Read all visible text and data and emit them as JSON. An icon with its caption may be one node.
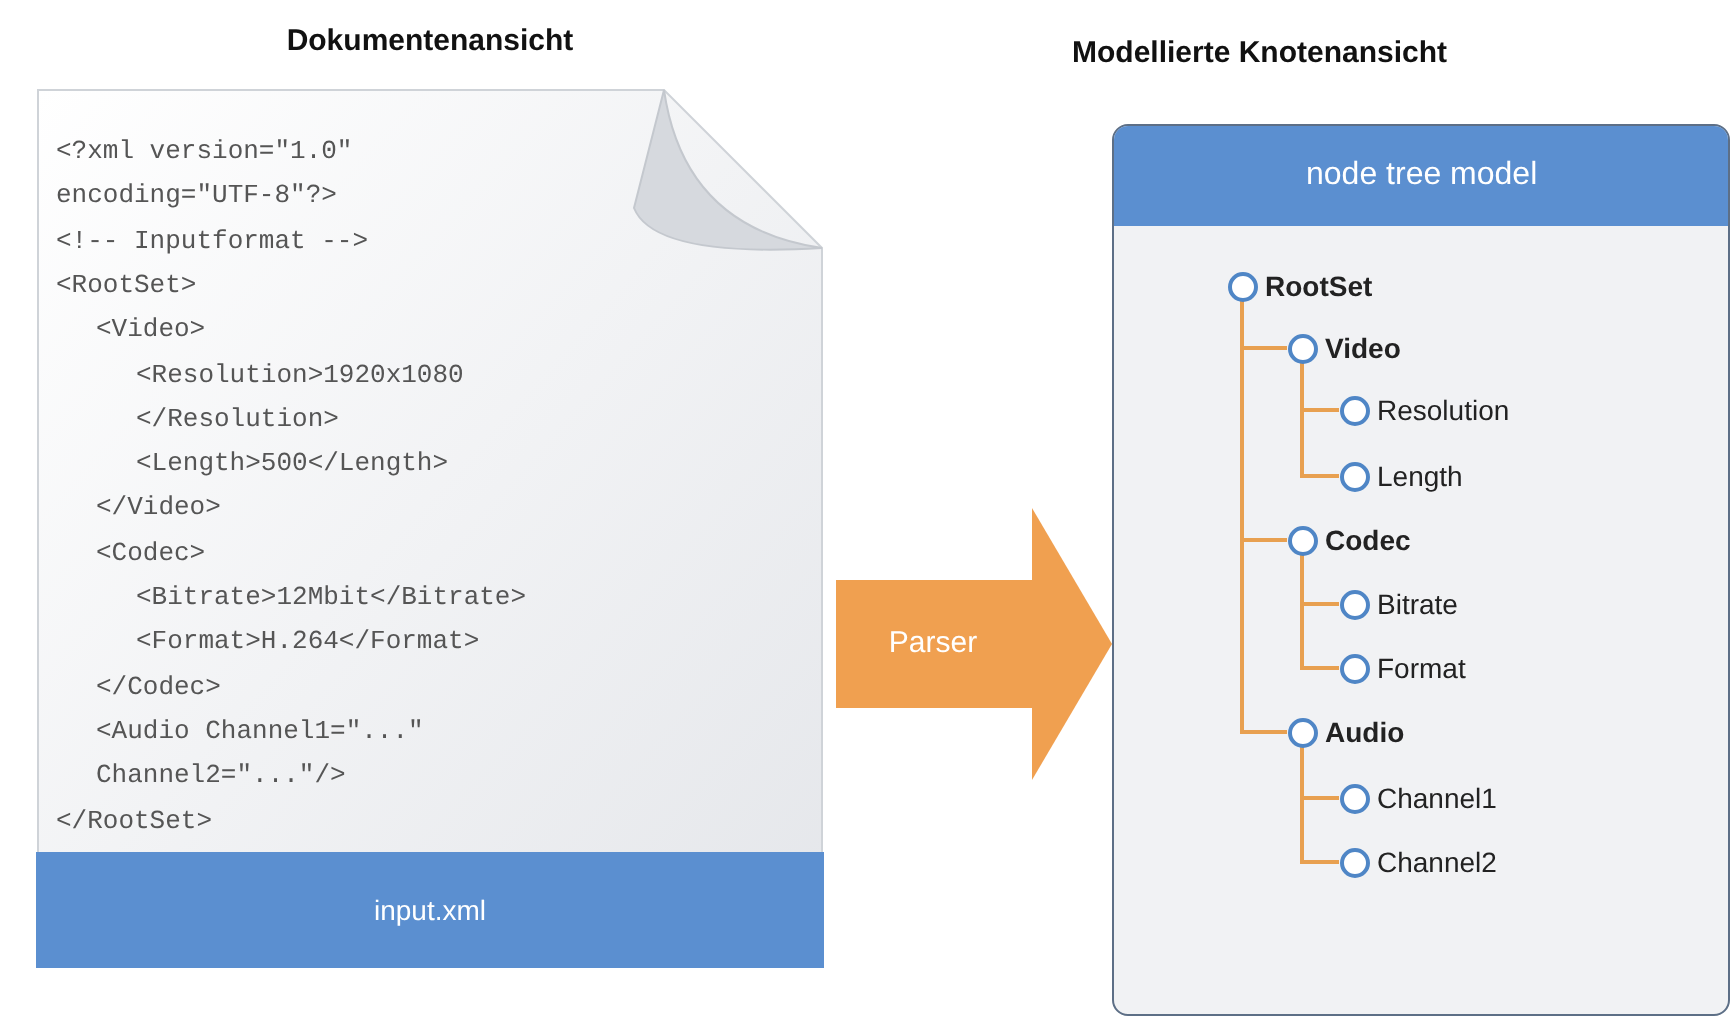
{
  "diagram": {
    "nodes": [
      {
        "text": [
          "Dokumentenansicht",
          "<?xml version=\"1.0\"",
          "encoding=\"UTF-8\"?>",
          "<!-- Inputformat -->",
          "<RootSet>",
          "<Video>",
          "<Resolution>1920x1080",
          "</Resolution>",
          "<Length>500</Length>",
          "</Video>",
          "<Codec>",
          "<Bitrate>12Mbit</Bitrate>",
          "<Format>H.264</Format>",
          "</Codec>",
          "<Audio Channel1=\"...\"",
          "Channel2=\"...\"/>",
          "</RootSet>",
          "input.xml"
        ]
      },
      {
        "text": [
          "Modellierte Knotenansicht",
          "node tree model"
        ]
      },
      {
        "text": [
          "RootSet"
        ],
        "in": 1
      },
      {
        "text": [
          "Video"
        ],
        "in": 1
      },
      {
        "text": [
          "Resolution"
        ],
        "in": 1
      },
      {
        "text": [
          "Length"
        ],
        "in": 1
      },
      {
        "text": [
          "Codec"
        ],
        "in": 1
      },
      {
        "text": [
          "Bitrate"
        ],
        "in": 1
      },
      {
        "text": [
          "Format"
        ],
        "in": 1
      },
      {
        "text": [
          "Audio"
        ],
        "in": 1
      },
      {
        "text": [
          "Channel1"
        ],
        "in": 1
      },
      {
        "text": [
          "Channel2"
        ],
        "in": 1
      }
    ],
    "edges": [
      {
        "from": 0,
        "to": 1,
        "arrow": "to",
        "label": "Parser",
        "style": "thick"
      },
      {
        "from": 2,
        "to": 3,
        "arrow": "none"
      },
      {
        "from": 3,
        "to": 4,
        "arrow": "none"
      },
      {
        "from": 3,
        "to": 5,
        "arrow": "none"
      },
      {
        "from": 2,
        "to": 6,
        "arrow": "none"
      },
      {
        "from": 6,
        "to": 7,
        "arrow": "none"
      },
      {
        "from": 6,
        "to": 8,
        "arrow": "none"
      },
      {
        "from": 2,
        "to": 9,
        "arrow": "none"
      },
      {
        "from": 9,
        "to": 10,
        "arrow": "none"
      },
      {
        "from": 9,
        "to": 11,
        "arrow": "none"
      }
    ]
  }
}
